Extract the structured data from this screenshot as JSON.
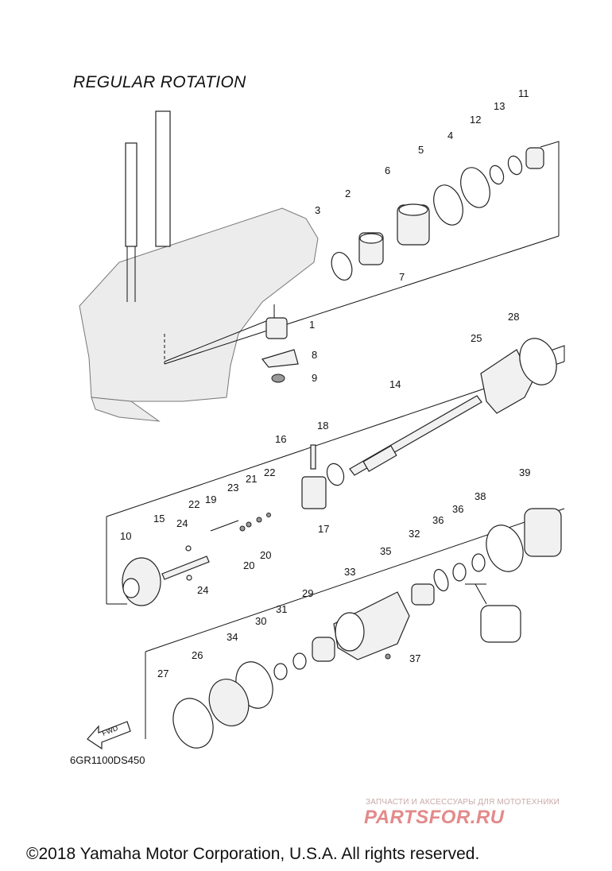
{
  "header": {
    "title": "REGULAR ROTATION"
  },
  "diagram": {
    "code": "6GR1100DS450",
    "fwd_label": "FWD",
    "callouts": [
      "1",
      "2",
      "3",
      "4",
      "5",
      "6",
      "7",
      "8",
      "9",
      "10",
      "11",
      "12",
      "13",
      "14",
      "15",
      "16",
      "17",
      "18",
      "19",
      "20",
      "21",
      "22",
      "23",
      "24",
      "25",
      "26",
      "27",
      "28",
      "29",
      "30",
      "31",
      "32",
      "33",
      "34",
      "35",
      "36",
      "37",
      "38",
      "39"
    ]
  },
  "footer": {
    "copyright": "©2018 Yamaha Motor Corporation, U.S.A. All rights reserved."
  },
  "watermark": {
    "tagline": "ЗАПЧАСТИ И АКСЕССУАРЫ ДЛЯ МОТОТЕХНИКИ",
    "logo": "PARTSFOR.RU"
  }
}
